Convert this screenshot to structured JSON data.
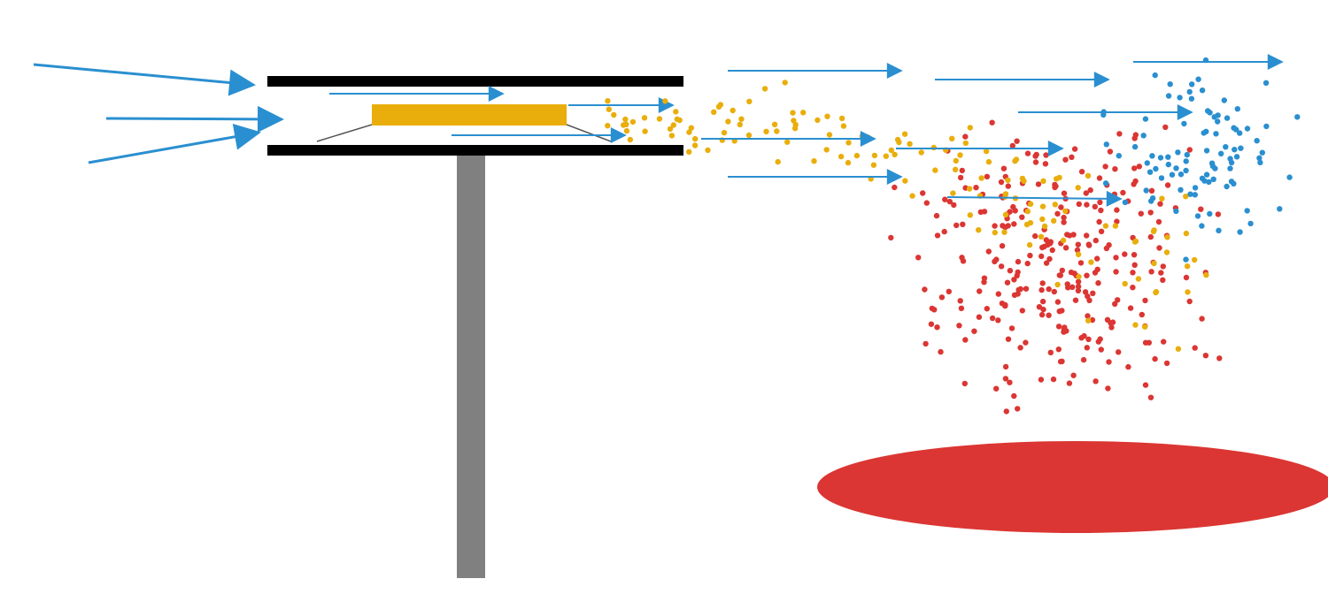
{
  "colors": {
    "background": "#ffffff",
    "arrow": "#2a8fd0",
    "tube": "#000000",
    "stand": "#808080",
    "sample": "#e9ae0c",
    "particle_sample": "#e9ae0c",
    "particle_ground": "#db3633",
    "particle_air": "#2a8fd0",
    "ground_patch": "#db3633",
    "connector": "#555555"
  },
  "particles": {
    "sample_count": 150,
    "ground_count": 290,
    "air_count": 95
  }
}
